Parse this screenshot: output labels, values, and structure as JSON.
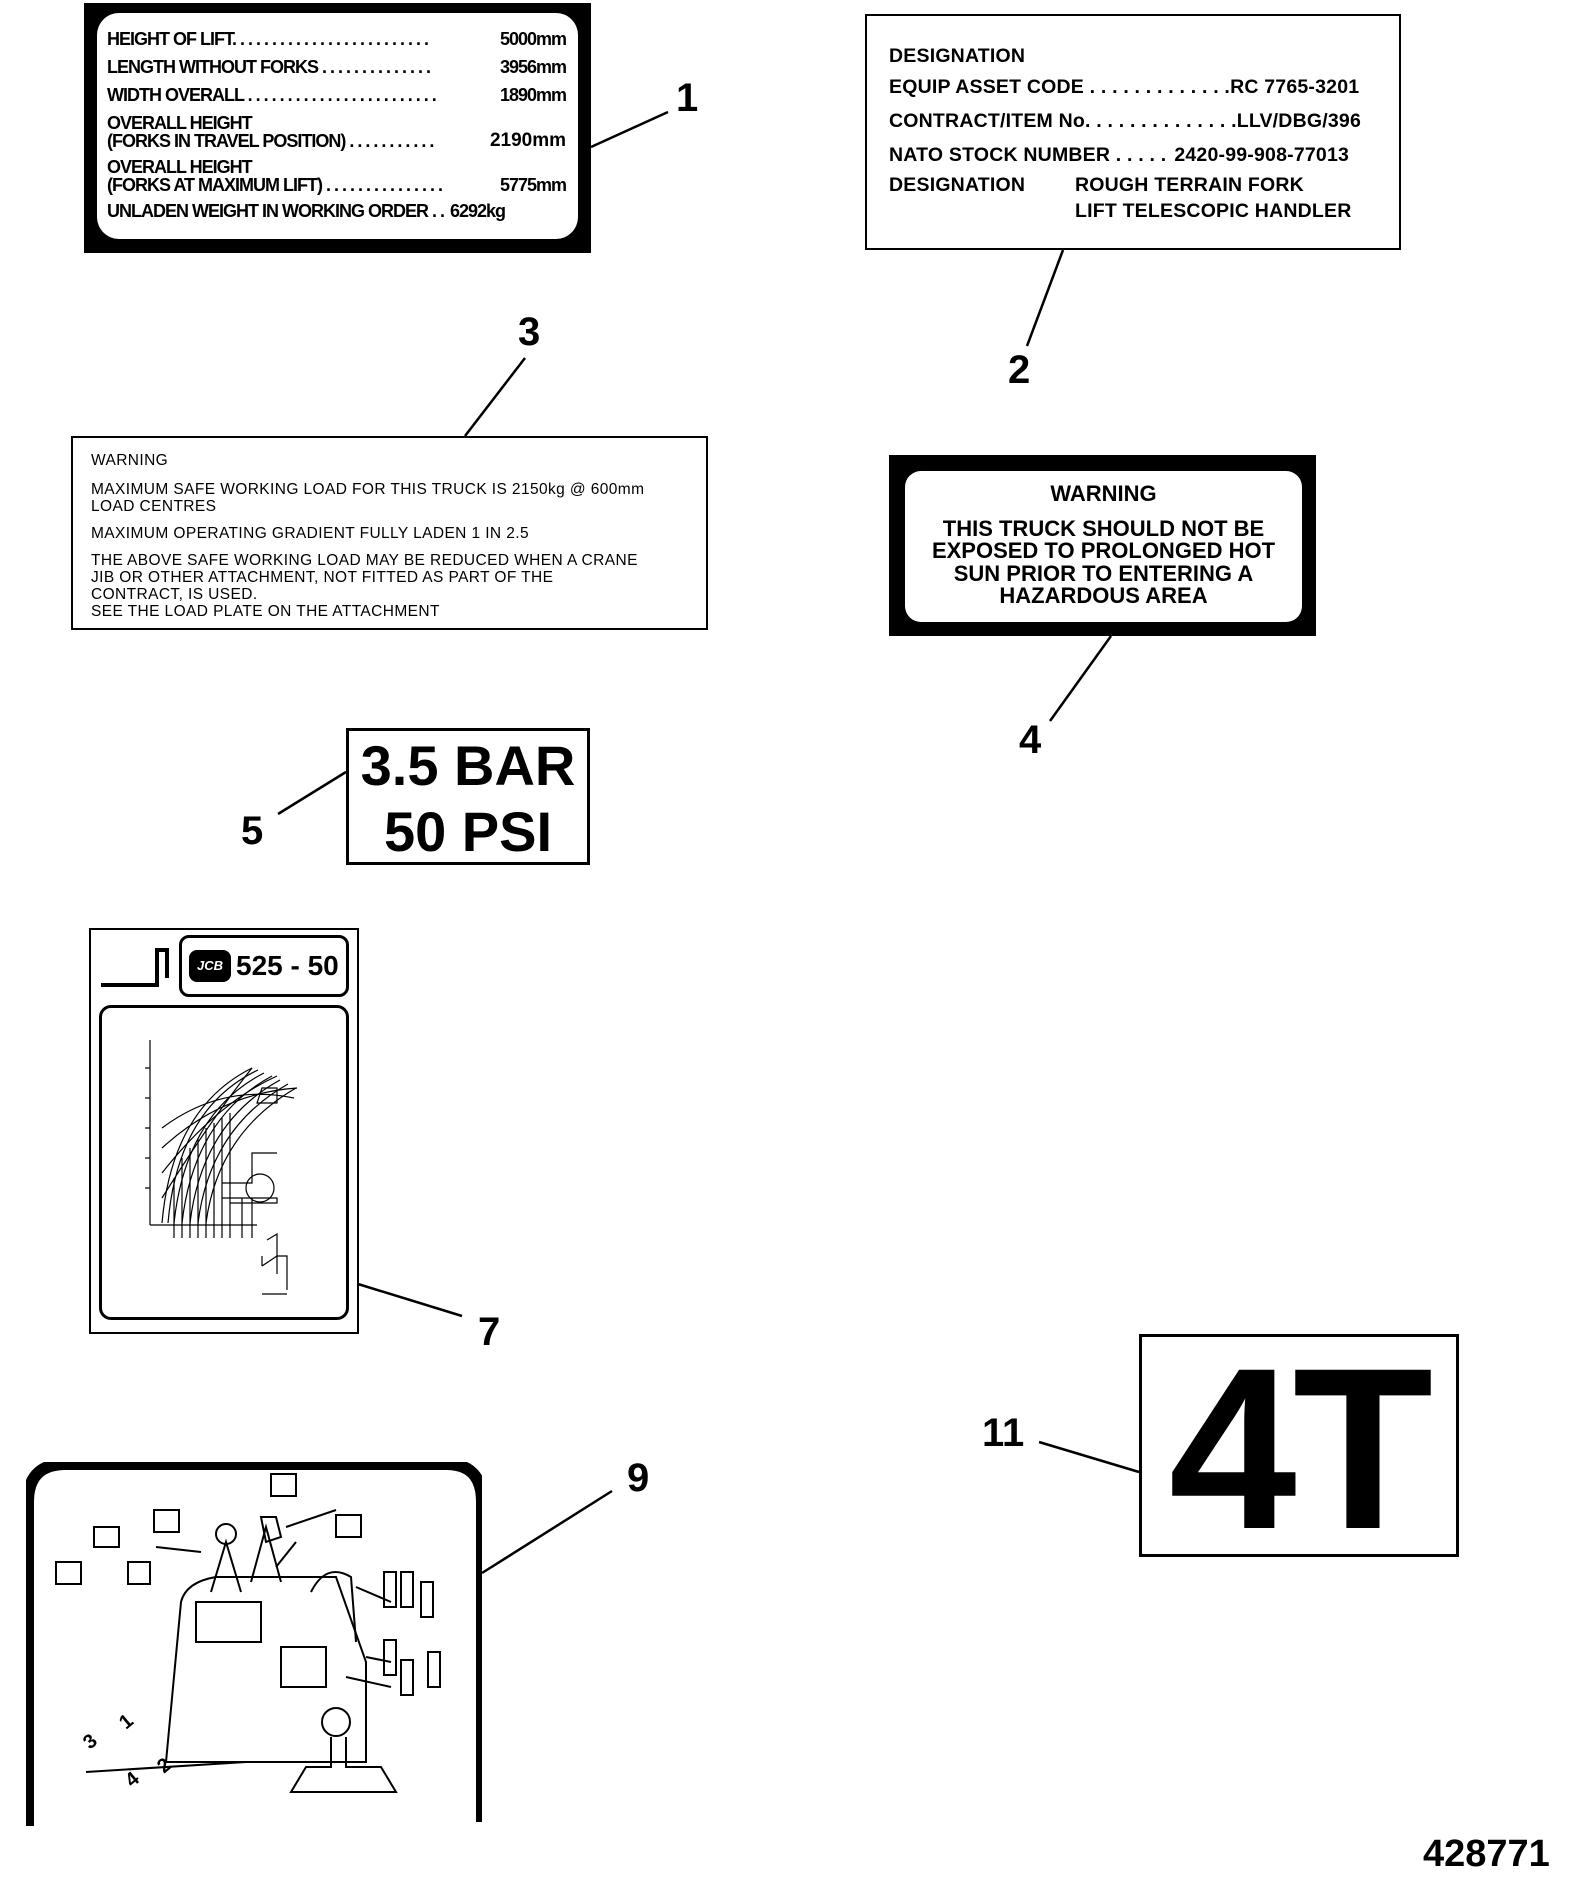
{
  "decal1": {
    "callout": "1",
    "rows": [
      {
        "label": "HEIGHT OF LIFT. . . . . . . . . . . . . . . . . . . . . . . . .",
        "value": "5000mm"
      },
      {
        "label": "LENGTH WITHOUT FORKS . . . . . . . . . . . . . .",
        "value": "3956mm"
      },
      {
        "label": "WIDTH OVERALL . . . . . . . . . . . . . . . . . . . . . . . .",
        "value": "1890mm"
      }
    ],
    "travel_height": {
      "line1": "OVERALL HEIGHT",
      "line2": "(FORKS IN TRAVEL POSITION) . . . . . . . . . . .",
      "value": "2190mm"
    },
    "max_lift_height": {
      "line1": "OVERALL HEIGHT",
      "line2": "(FORKS AT MAXIMUM LIFT) . . . . . . . . . . . . . . .",
      "value": "5775mm"
    },
    "weight": {
      "label": "UNLADEN WEIGHT IN WORKING ORDER . .",
      "value": "6292kg"
    }
  },
  "decal2": {
    "callout": "2",
    "heading": "DESIGNATION",
    "rows": [
      {
        "label": "EQUIP ASSET CODE . . . . . . . . . . . . .",
        "value": "RC 7765-3201"
      },
      {
        "label": "CONTRACT/ITEM No. . . . . . . . . . . . . .",
        "value": "LLV/DBG/396"
      },
      {
        "label": "NATO STOCK NUMBER . . . . .",
        "value": "2420-99-908-77013"
      }
    ],
    "designation_label": "DESIGNATION",
    "designation_line1": "ROUGH TERRAIN FORK",
    "designation_line2": "LIFT TELESCOPIC HANDLER"
  },
  "decal3": {
    "callout": "3",
    "heading": "WARNING",
    "para1": "MAXIMUM SAFE WORKING LOAD FOR THIS TRUCK IS 2150kg @ 600mm\nLOAD CENTRES",
    "para2": "MAXIMUM OPERATING GRADIENT FULLY LADEN 1 IN 2.5",
    "para3": "THE ABOVE SAFE WORKING LOAD MAY BE REDUCED WHEN A CRANE\nJIB OR OTHER ATTACHMENT, NOT FITTED AS PART OF THE\nCONTRACT, IS USED.\nSEE THE LOAD PLATE ON THE ATTACHMENT"
  },
  "decal4": {
    "callout": "4",
    "heading": "WARNING",
    "lines": [
      "THIS TRUCK SHOULD NOT BE",
      "EXPOSED TO PROLONGED HOT",
      "SUN PRIOR TO ENTERING A",
      "HAZARDOUS AREA"
    ]
  },
  "decal5": {
    "callout": "5",
    "line1": "3.5 BAR",
    "line2": "50 PSI"
  },
  "decal7": {
    "callout": "7",
    "logo": "JCB",
    "model": "525 - 50"
  },
  "decal9": {
    "callout": "9",
    "gear_numbers": [
      "3",
      "1",
      "4",
      "2"
    ]
  },
  "decal11": {
    "callout": "11",
    "text": "4T"
  },
  "part_number": "428771"
}
